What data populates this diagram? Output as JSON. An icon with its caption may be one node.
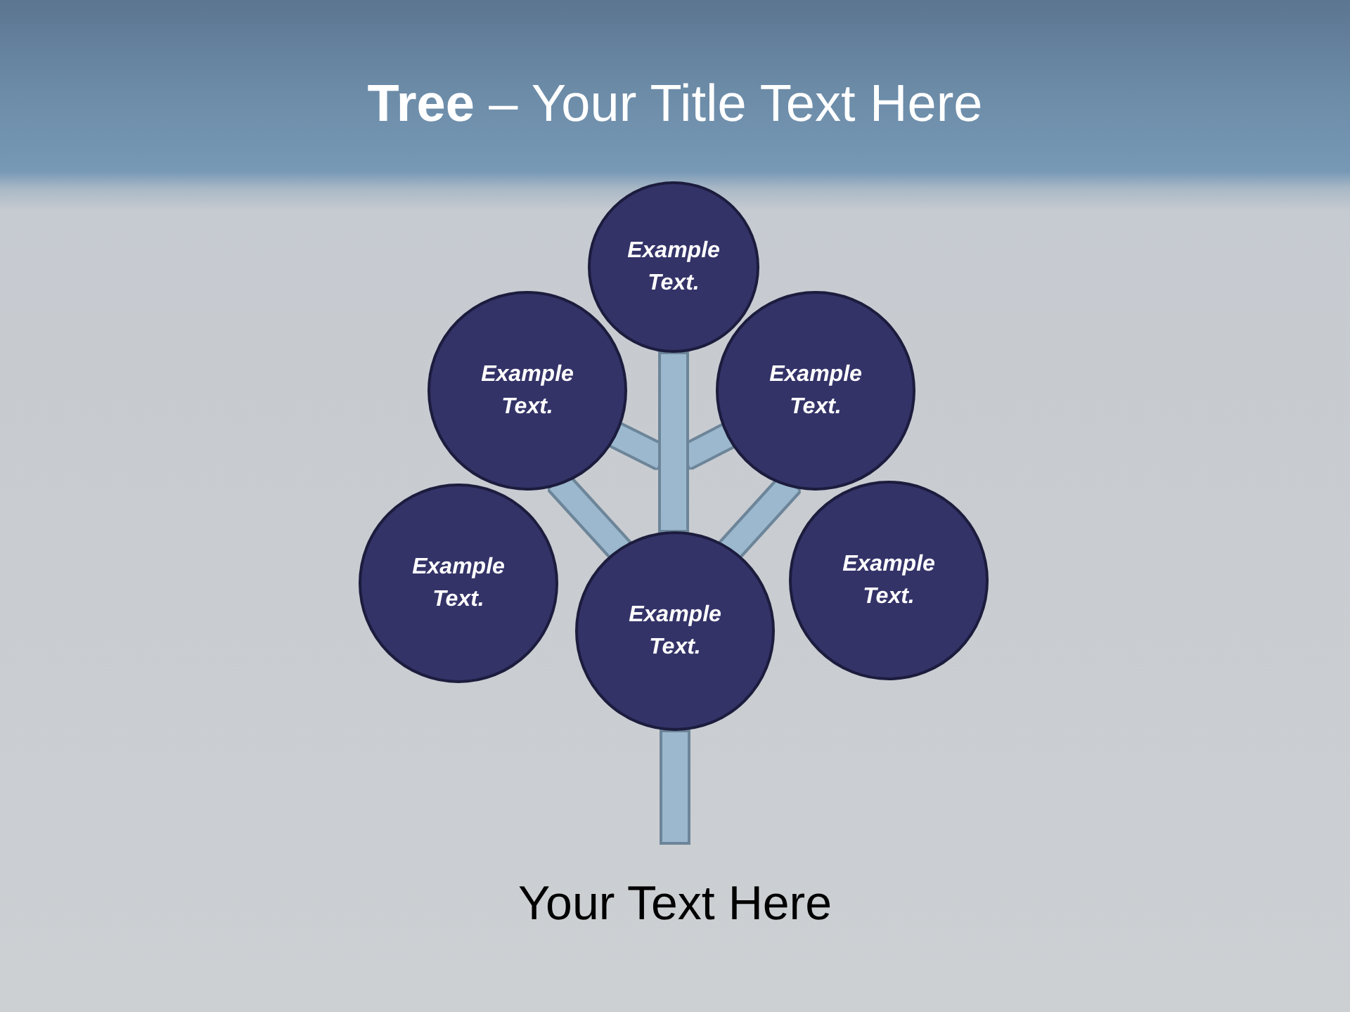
{
  "diagram": {
    "title": "**Tree** – Your Title Text Here",
    "caption": "Your Text Here",
    "nodes": [
      {
        "text": [
          "Example Text."
        ]
      },
      {
        "text": [
          "Example Text."
        ]
      },
      {
        "text": [
          "Example Text."
        ]
      },
      {
        "text": [
          "Example Text."
        ]
      },
      {
        "text": [
          "Example Text."
        ]
      },
      {
        "text": [
          "Example Text."
        ]
      },
      {
        "text": [],
        "shape": "bar"
      },
      {
        "text": [],
        "shape": "bar"
      }
    ],
    "edges": [
      {
        "from": 6,
        "to": 1,
        "arrow": "none"
      },
      {
        "from": 6,
        "to": 2,
        "arrow": "none"
      },
      {
        "from": 4,
        "to": 1,
        "arrow": "none"
      },
      {
        "from": 4,
        "to": 2,
        "arrow": "none"
      }
    ]
  }
}
